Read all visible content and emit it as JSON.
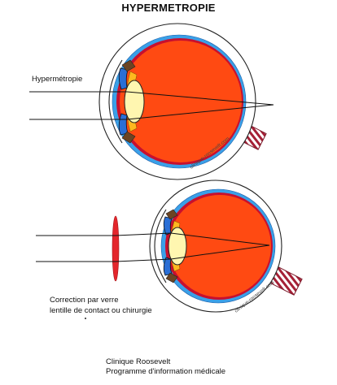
{
  "title": "HYPERMETROPIE",
  "top_label": "Hypermétropie",
  "correction_label": {
    "line1": "Correction par verre",
    "line2": "lentille de contact ou chirurgie"
  },
  "watermark": "clinique-roosevelt.com",
  "footer": {
    "line1": "Clinique Roosevelt",
    "line2": "Programme d'information médicale"
  },
  "colors": {
    "globe": "#ff4a12",
    "choroid": "#c8102e",
    "retina_blue": "#3aa0e8",
    "lens": "#fff6b0",
    "iris": "#2a6fd6",
    "optic_nerve": "#a52036",
    "corrective_lens": "#e4262c"
  }
}
